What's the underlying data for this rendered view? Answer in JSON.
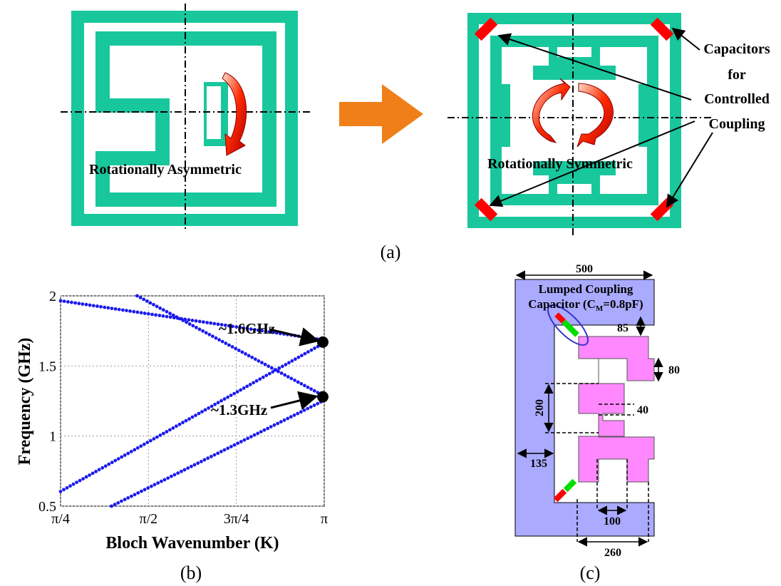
{
  "panel_a": {
    "left_label": "Rotationally Asymmetric",
    "right_label": "Rotationally Symmetric",
    "annotation_lines": [
      "Capacitors",
      "for",
      "Controlled",
      "Coupling"
    ],
    "caption": "(a)",
    "colors": {
      "trace": "#19c79d",
      "capacitor": "#ff0000",
      "arrow": "#f07f1a"
    }
  },
  "panel_b": {
    "caption": "(b)",
    "callout_high": "~1.6GHz",
    "callout_low": "~1.3GHz"
  },
  "panel_c": {
    "caption": "(c)",
    "label_line1": "Lumped Coupling",
    "label_line2_pre": "Capacitor (C",
    "label_line2_sub": "M",
    "label_line2_post": "=0.8pF)",
    "dims": {
      "d500": "500",
      "d85": "85",
      "d80": "80",
      "d200": "200",
      "d40": "40",
      "d135": "135",
      "d100": "100",
      "d260": "260"
    },
    "colors": {
      "substrate": "#aaaaff",
      "resonator": "#ff88ff",
      "cap_red": "#ff0000",
      "cap_green": "#00dd00",
      "ring": "#3333cc"
    }
  },
  "chart_data": {
    "type": "scatter",
    "xlabel": "Bloch Wavenumber (K)",
    "ylabel": "Frequency (GHz)",
    "xlim": [
      0.7854,
      3.1416
    ],
    "ylim": [
      0.5,
      2.0
    ],
    "x_ticks": [
      {
        "value": 0.7854,
        "label": "π/4"
      },
      {
        "value": 1.5708,
        "label": "π/2"
      },
      {
        "value": 2.3562,
        "label": "3π/4"
      },
      {
        "value": 3.1416,
        "label": "π"
      }
    ],
    "y_ticks": [
      {
        "value": 0.5,
        "label": "0.5"
      },
      {
        "value": 1.0,
        "label": "1"
      },
      {
        "value": 1.5,
        "label": "1.5"
      },
      {
        "value": 2.0,
        "label": "2"
      }
    ],
    "series": [
      {
        "x": [
          0.7854,
          3.1416
        ],
        "y": [
          1.965,
          1.685
        ]
      },
      {
        "x": [
          1.47,
          3.1416
        ],
        "y": [
          2.0,
          1.285
        ]
      },
      {
        "x": [
          0.7854,
          3.1416
        ],
        "y": [
          0.605,
          1.665
        ]
      },
      {
        "x": [
          1.24,
          3.1416
        ],
        "y": [
          0.5,
          1.255
        ]
      }
    ],
    "highlight_points": [
      {
        "x": 3.1416,
        "y": 1.67
      },
      {
        "x": 3.1416,
        "y": 1.28
      }
    ]
  }
}
